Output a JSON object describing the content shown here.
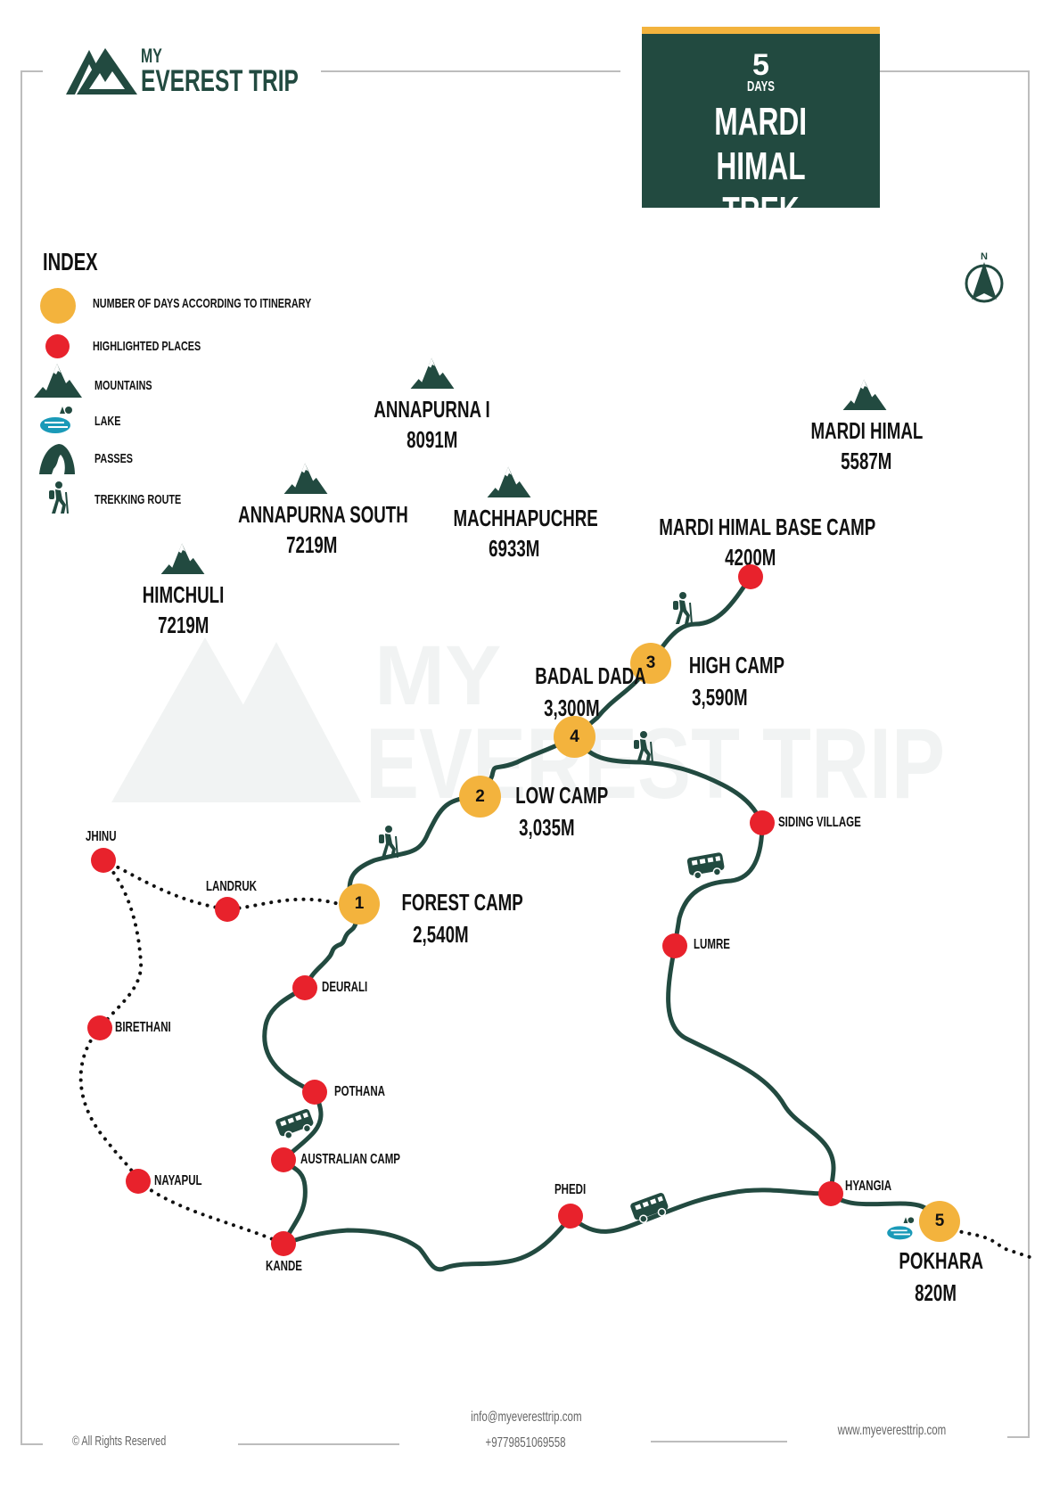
{
  "brand": {
    "line1": "MY",
    "line2": "EVEREST TRIP",
    "color": "#224a40"
  },
  "title_box": {
    "days_number": "5",
    "days_label": "DAYS",
    "title_line1": "MARDI",
    "title_line2": "HIMAL TREK",
    "bg_color": "#224a40",
    "accent_color": "#f3b33d"
  },
  "index": {
    "heading": "INDEX",
    "items": [
      {
        "icon": "yellow-circle-icon",
        "label": "NUMBER OF DAYS ACCORDING TO ITINERARY"
      },
      {
        "icon": "red-circle-icon",
        "label": "HIGHLIGHTED PLACES"
      },
      {
        "icon": "mountain-icon",
        "label": "MOUNTAINS"
      },
      {
        "icon": "lake-icon",
        "label": "LAKE"
      },
      {
        "icon": "pass-icon",
        "label": "PASSES"
      },
      {
        "icon": "hiker-icon",
        "label": "TREKKING ROUTE"
      }
    ]
  },
  "compass": {
    "label": "N"
  },
  "mountains": [
    {
      "name": "ANNAPURNA I",
      "elevation": "8091M"
    },
    {
      "name": "MARDI HIMAL",
      "elevation": "5587M"
    },
    {
      "name": "ANNAPURNA SOUTH",
      "elevation": "7219M"
    },
    {
      "name": "MACHHAPUCHRE",
      "elevation": "6933M"
    },
    {
      "name": "HIMCHULI",
      "elevation": "7219M"
    }
  ],
  "day_stops": [
    {
      "day": "1",
      "name": "FOREST CAMP",
      "elevation": "2,540M"
    },
    {
      "day": "2",
      "name": "LOW CAMP",
      "elevation": "3,035M"
    },
    {
      "day": "3",
      "name": "HIGH CAMP",
      "elevation": "3,590M"
    },
    {
      "day": "4",
      "name": "BADAL DADA",
      "elevation": "3,300M"
    },
    {
      "day": "5",
      "name": "POKHARA",
      "elevation": "820M"
    }
  ],
  "summit": {
    "name": "MARDI HIMAL BASE CAMP",
    "elevation": "4200M"
  },
  "places": [
    {
      "name": "SIDING VILLAGE"
    },
    {
      "name": "LUMRE"
    },
    {
      "name": "HYANGIA"
    },
    {
      "name": "PHEDI"
    },
    {
      "name": "KANDE"
    },
    {
      "name": "AUSTRALIAN CAMP"
    },
    {
      "name": "POTHANA"
    },
    {
      "name": "DEURALI"
    },
    {
      "name": "JHINU"
    },
    {
      "name": "LANDRUK"
    },
    {
      "name": "BIRETHANI"
    },
    {
      "name": "NAYAPUL"
    }
  ],
  "watermark": {
    "line1": "MY",
    "line2": "EVEREST TRIP"
  },
  "footer": {
    "copyright": "© All Rights Reserved",
    "email": "info@myeveresttrip.com",
    "phone": "+9779851069558",
    "website": "www.myeveresttrip.com"
  },
  "colors": {
    "route": "#224a40",
    "day_marker": "#f3b33d",
    "place_marker": "#e8222c",
    "lake": "#1a9ab8",
    "frame": "#bdbdbd"
  }
}
